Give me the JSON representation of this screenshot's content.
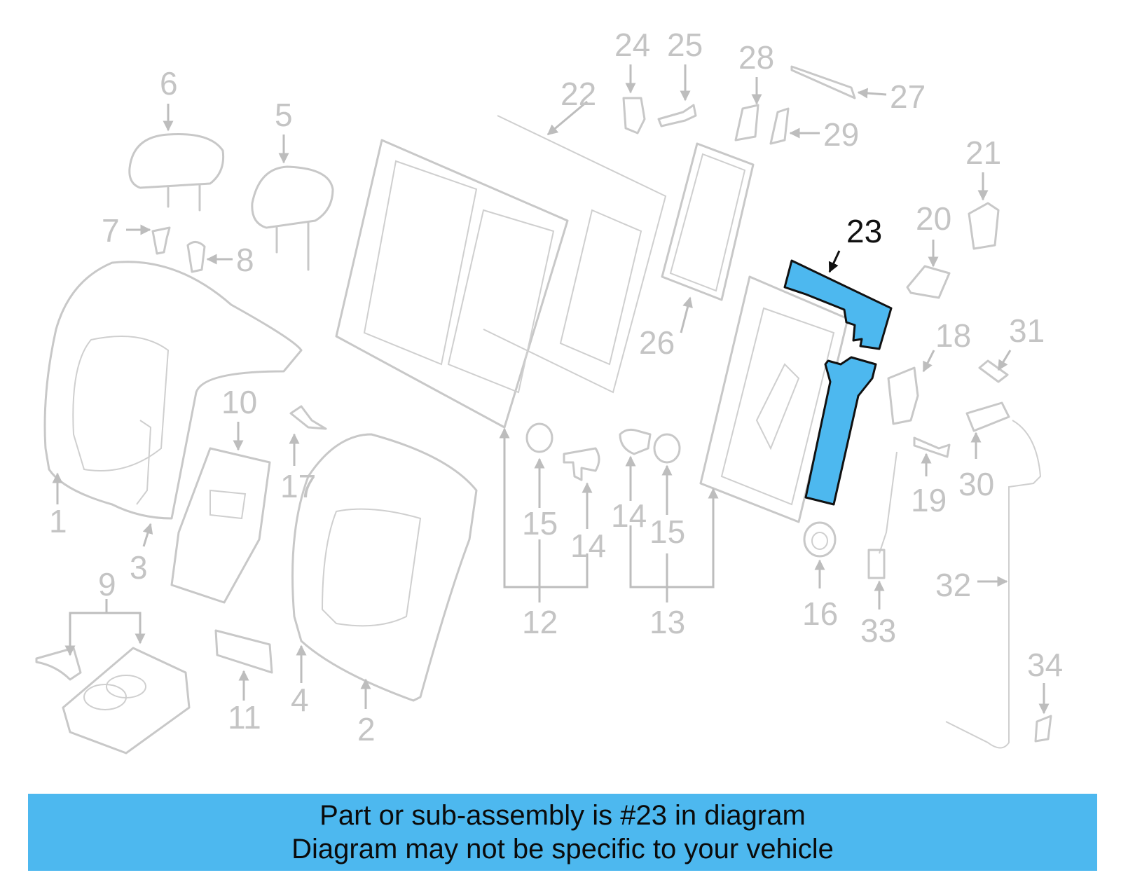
{
  "diagram": {
    "highlighted_part": "23",
    "callouts": [
      "1",
      "2",
      "3",
      "4",
      "5",
      "6",
      "7",
      "8",
      "9",
      "10",
      "11",
      "12",
      "13",
      "14",
      "14",
      "14",
      "15",
      "15",
      "15",
      "16",
      "17",
      "18",
      "19",
      "20",
      "21",
      "22",
      "23",
      "24",
      "25",
      "26",
      "27",
      "28",
      "29",
      "30",
      "31",
      "32",
      "33",
      "34"
    ],
    "colors": {
      "highlight": "#4db8ef",
      "part_lines": "#c8c8c8",
      "callout_text": "#c4c4c4",
      "highlight_text": "#111111"
    }
  },
  "banner": {
    "line1": "Part or sub-assembly is #23 in diagram",
    "line2": "Diagram may not be specific to your vehicle"
  }
}
